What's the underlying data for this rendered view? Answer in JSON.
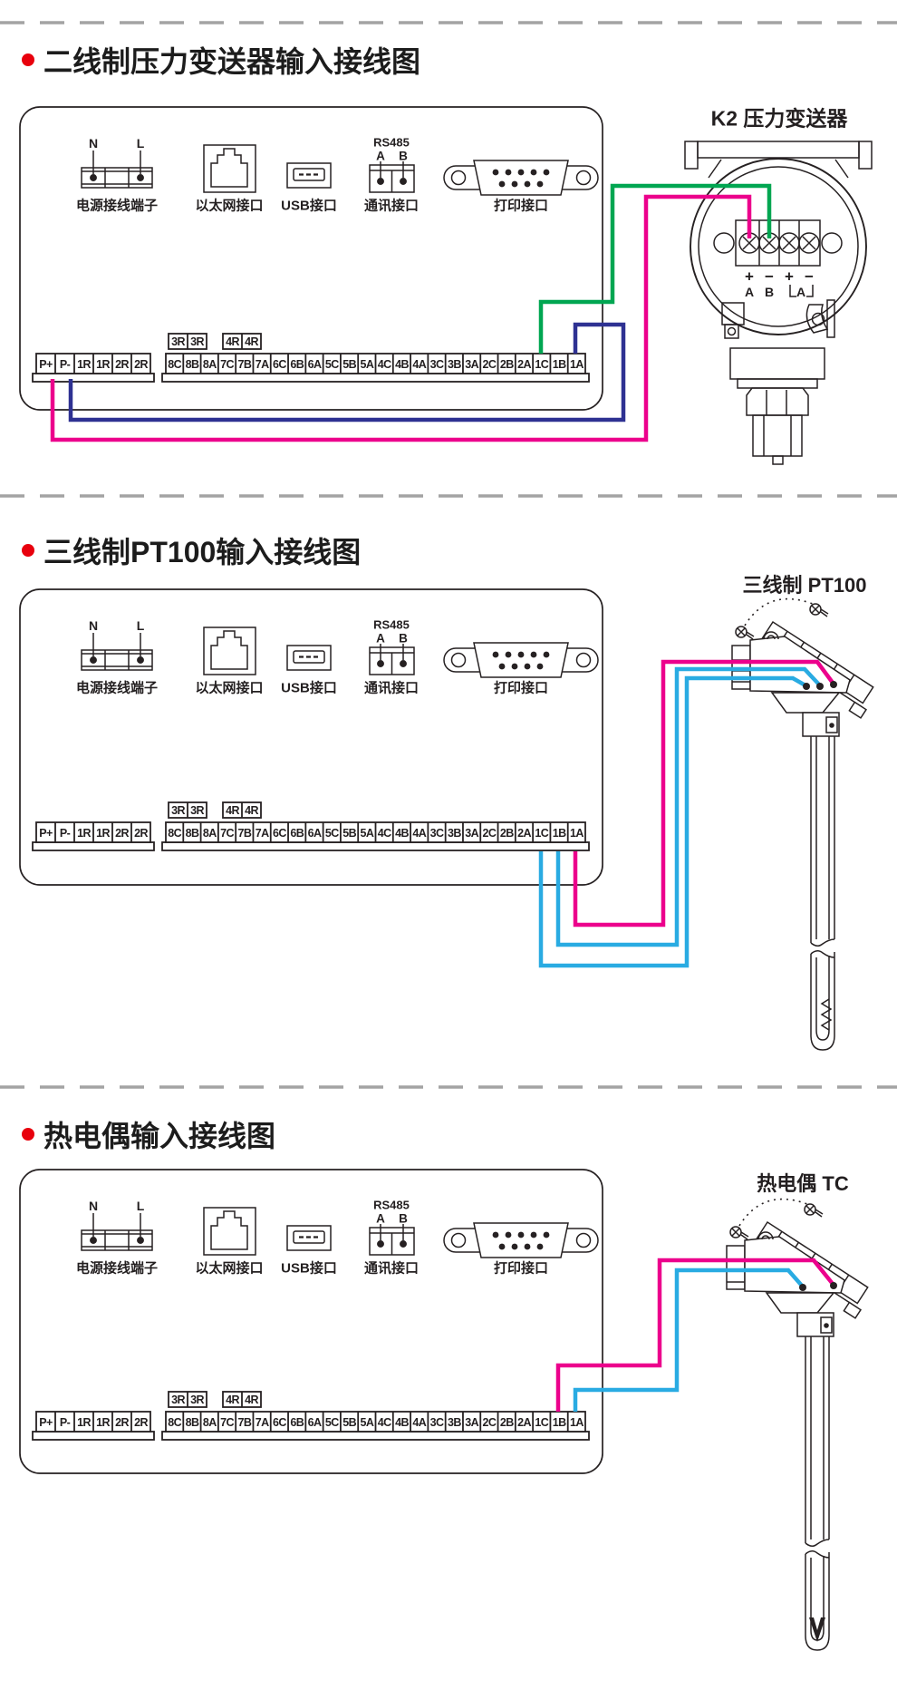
{
  "page": {
    "background": "#ffffff"
  },
  "colors": {
    "line": "#262122",
    "text": "#231f20",
    "divider_gray": "#a3a3a3",
    "bullet_red": "#e8000d",
    "wire_magenta": "#ec008c",
    "wire_blue": "#2e3192",
    "wire_green": "#00a651",
    "wire_cyan": "#29abe2"
  },
  "connectors": {
    "power_caption": "电源接线端子",
    "ethernet_caption": "以太网接口",
    "usb_caption": "USB接口",
    "comm_caption": "通讯接口",
    "print_caption": "打印接口",
    "power_n": "N",
    "power_l": "L",
    "comm_protocol": "RS485",
    "comm_a": "A",
    "comm_b": "B"
  },
  "terminal_strip": {
    "left_cells": [
      "P+",
      "P-",
      "1R",
      "1R",
      "2R",
      "2R"
    ],
    "relay_cells": [
      "3R",
      "3R",
      "4R",
      "4R"
    ],
    "main_cells": [
      "8C",
      "8B",
      "8A",
      "7C",
      "7B",
      "7A",
      "6C",
      "6B",
      "6A",
      "5C",
      "5B",
      "5A",
      "4C",
      "4B",
      "4A",
      "3C",
      "3B",
      "3A",
      "2C",
      "2B",
      "2A",
      "1C",
      "1B",
      "1A"
    ]
  },
  "sections": [
    {
      "title": "二线制压力变送器输入接线图",
      "device_label": "K2 压力变送器",
      "device_terminal_polarity": [
        "+",
        "−",
        "+",
        "−"
      ],
      "device_terminal_channels": [
        "A",
        "B",
        "A"
      ]
    },
    {
      "title": "三线制PT100输入接线图",
      "device_label": "三线制 PT100"
    },
    {
      "title": "热电偶输入接线图",
      "device_label": "热电偶 TC"
    }
  ]
}
